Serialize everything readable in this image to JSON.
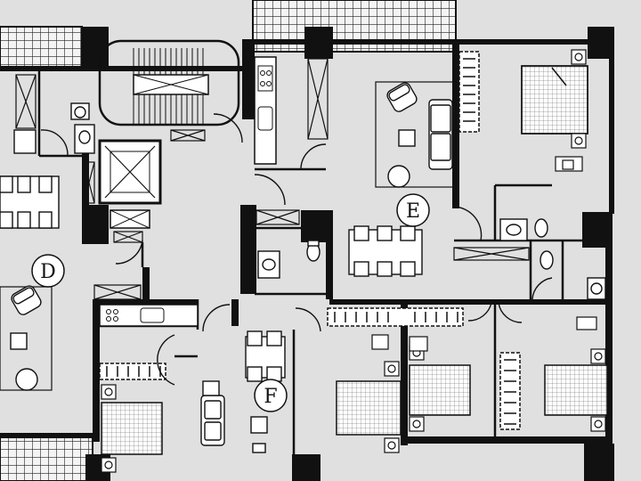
{
  "units": [
    {
      "id": "D",
      "label": "D"
    },
    {
      "id": "E",
      "label": "E"
    },
    {
      "id": "F",
      "label": "F"
    }
  ]
}
